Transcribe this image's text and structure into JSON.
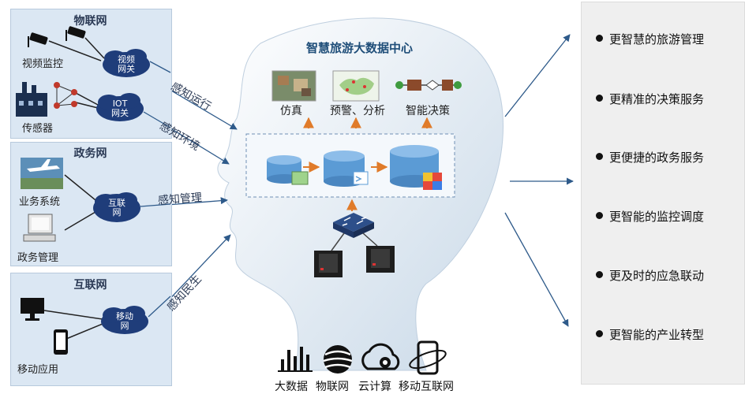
{
  "center": {
    "title": "智慧旅游大数据中心",
    "analysis": [
      "仿真",
      "预警、分析",
      "智能决策"
    ]
  },
  "left_panels": [
    {
      "title": "物联网",
      "items": [
        "视频监控",
        "传感器"
      ],
      "clouds": [
        "视频\n网关",
        "IOT\n网关"
      ]
    },
    {
      "title": "政务网",
      "items": [
        "业务系统",
        "政务管理"
      ],
      "clouds": [
        "互联\n网"
      ]
    },
    {
      "title": "互联网",
      "items": [
        "移动应用"
      ],
      "clouds": [
        "移动\n网"
      ]
    }
  ],
  "arrow_labels": [
    "感知运行",
    "感知环境",
    "感知管理",
    "感知民生"
  ],
  "outcomes": [
    "更智慧的旅游管理",
    "更精准的决策服务",
    "更便捷的政务服务",
    "更智能的监控调度",
    "更及时的应急联动",
    "更智能的产业转型"
  ],
  "bottom_tech": [
    "大数据",
    "物联网",
    "云计算",
    "移动互联网"
  ],
  "colors": {
    "panel": "#dbe7f3",
    "cloud": "#1f3d7a",
    "arrow": "#2e5a8a",
    "accent": "#e07b2a",
    "db": "#5b9bd5"
  }
}
